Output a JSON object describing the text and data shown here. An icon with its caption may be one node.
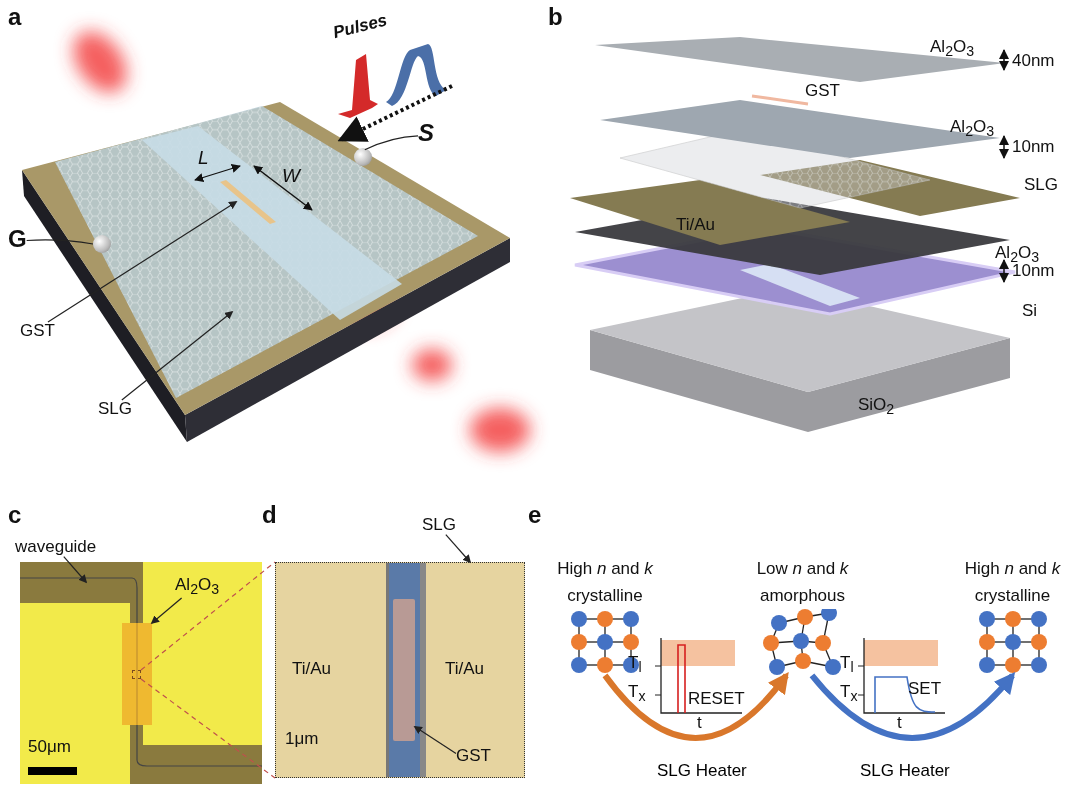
{
  "diagram": {
    "nodes": [
      {
        "text": [
          "G"
        ]
      },
      {
        "text": [],
        "shape": "circle"
      },
      {
        "text": [
          "S"
        ]
      },
      {
        "text": [],
        "shape": "circle"
      },
      {
        "text": [
          "GST"
        ]
      },
      {
        "text": [],
        "shape": "bar"
      },
      {
        "text": [
          "SLG"
        ]
      },
      {
        "text": [
          "waveguide"
        ]
      },
      {
        "text": [
          "Al$_{2}$O$_{3}$"
        ]
      },
      {
        "text": [],
        "shape": "box"
      },
      {
        "text": [],
        "shape": "box",
        "in": 9
      },
      {
        "text": [],
        "shape": "picture"
      },
      {
        "text": [
          "SLG"
        ]
      },
      {
        "text": [
          "GST"
        ],
        "in": 11
      },
      {
        "text": [],
        "shape": "box",
        "in": 11
      },
      {
        "text": [
          "High *n* and *k*",
          "crystalline"
        ]
      },
      {
        "text": [
          "Low *n* and *k*",
          "amorphous"
        ]
      },
      {
        "text": [
          "High *n* and *k*",
          "crystalline"
        ]
      }
    ],
    "edges": [
      {
        "from": 0,
        "to": 1,
        "arrow": "none"
      },
      {
        "from": 2,
        "to": 3,
        "arrow": "none"
      },
      {
        "from": 4,
        "to": 5,
        "arrow": "to"
      },
      {
        "from": 6,
        "to": null,
        "arrow": "to"
      },
      {
        "from": 7,
        "to": null,
        "arrow": "to"
      },
      {
        "from": 8,
        "to": 9,
        "arrow": "to"
      },
      {
        "from": 10,
        "to": 11,
        "arrow": "none",
        "style": "dashed",
        "color": "#c0504d"
      },
      {
        "from": 10,
        "to": 11,
        "arrow": "none",
        "style": "dashed",
        "color": "#c0504d"
      },
      {
        "from": 12,
        "to": 11,
        "arrow": "to"
      },
      {
        "from": 13,
        "to": 14,
        "arrow": "to"
      },
      {
        "from": 15,
        "to": 16,
        "arrow": "to",
        "label": "SLG Heater",
        "style": "thick",
        "color": "#d9772b"
      },
      {
        "from": 16,
        "to": 17,
        "arrow": "to",
        "label": "SLG Heater",
        "style": "thick",
        "color": "#4472c4"
      }
    ],
    "labels": [
      "a",
      "Pulses",
      "L",
      "W",
      "b",
      "Al$_{2}$O$_{3}$",
      "40nm",
      "GST",
      "Al$_{2}$O$_{3}$",
      "10nm",
      "SLG",
      "Ti/Au",
      "Al$_{2}$O$_{3}$",
      "10nm",
      "Si",
      "SiO$_{2}$",
      "c",
      "50μm",
      "d",
      "Ti/Au",
      "Ti/Au",
      "1μm",
      "e",
      "T$_{l}$",
      "T$_{x}$",
      "RESET",
      "t",
      "T$_{l}$",
      "T$_{x}$",
      "SET",
      "t"
    ]
  }
}
